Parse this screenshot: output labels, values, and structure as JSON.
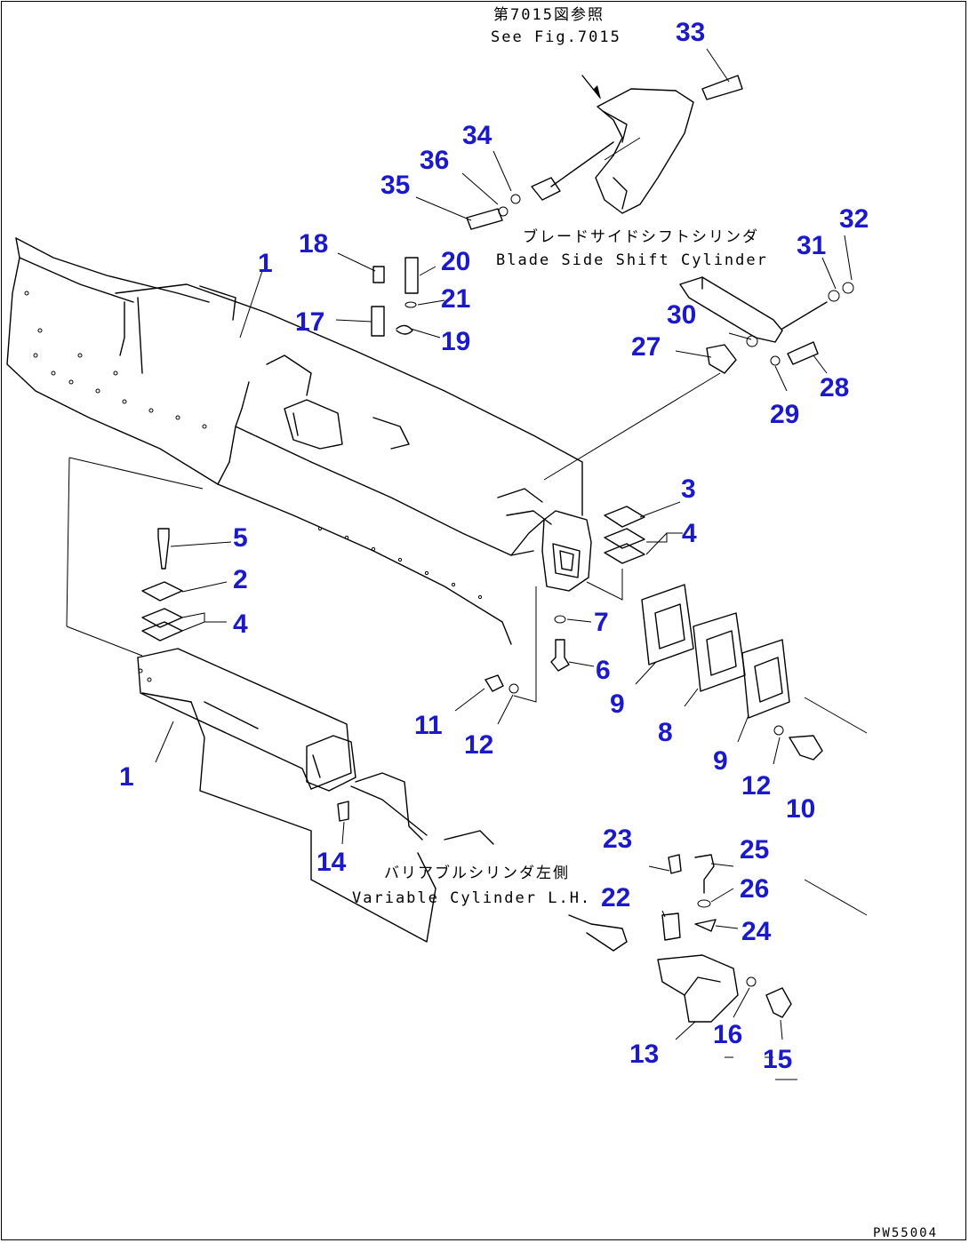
{
  "notes": {
    "see_fig_jp": "第7015図参照",
    "see_fig_en": "See Fig.7015",
    "blade_cyl_jp": "ブレードサイドシフトシリンダ",
    "blade_cyl_en": "Blade Side Shift Cylinder",
    "var_cyl_jp": "バリアブルシリンダ左側",
    "var_cyl_en": "Variable Cylinder L.H."
  },
  "drawing_code": "PW55004",
  "callouts": [
    {
      "id": "c33",
      "label": "33"
    },
    {
      "id": "c34",
      "label": "34"
    },
    {
      "id": "c36",
      "label": "36"
    },
    {
      "id": "c35",
      "label": "35"
    },
    {
      "id": "c32",
      "label": "32"
    },
    {
      "id": "c31",
      "label": "31"
    },
    {
      "id": "c18",
      "label": "18"
    },
    {
      "id": "c1a",
      "label": "1"
    },
    {
      "id": "c20",
      "label": "20"
    },
    {
      "id": "c21",
      "label": "21"
    },
    {
      "id": "c17",
      "label": "17"
    },
    {
      "id": "c19",
      "label": "19"
    },
    {
      "id": "c30",
      "label": "30"
    },
    {
      "id": "c27",
      "label": "27"
    },
    {
      "id": "c28",
      "label": "28"
    },
    {
      "id": "c29",
      "label": "29"
    },
    {
      "id": "c3",
      "label": "3"
    },
    {
      "id": "c4a",
      "label": "4"
    },
    {
      "id": "c5",
      "label": "5"
    },
    {
      "id": "c2",
      "label": "2"
    },
    {
      "id": "c4b",
      "label": "4"
    },
    {
      "id": "c7",
      "label": "7"
    },
    {
      "id": "c6",
      "label": "6"
    },
    {
      "id": "c9a",
      "label": "9"
    },
    {
      "id": "c11",
      "label": "11"
    },
    {
      "id": "c12a",
      "label": "12"
    },
    {
      "id": "c8",
      "label": "8"
    },
    {
      "id": "c9b",
      "label": "9"
    },
    {
      "id": "c1b",
      "label": "1"
    },
    {
      "id": "c12b",
      "label": "12"
    },
    {
      "id": "c10",
      "label": "10"
    },
    {
      "id": "c23",
      "label": "23"
    },
    {
      "id": "c25",
      "label": "25"
    },
    {
      "id": "c14",
      "label": "14"
    },
    {
      "id": "c26",
      "label": "26"
    },
    {
      "id": "c22",
      "label": "22"
    },
    {
      "id": "c24",
      "label": "24"
    },
    {
      "id": "c16",
      "label": "16"
    },
    {
      "id": "c13",
      "label": "13"
    },
    {
      "id": "c15",
      "label": "15"
    }
  ]
}
